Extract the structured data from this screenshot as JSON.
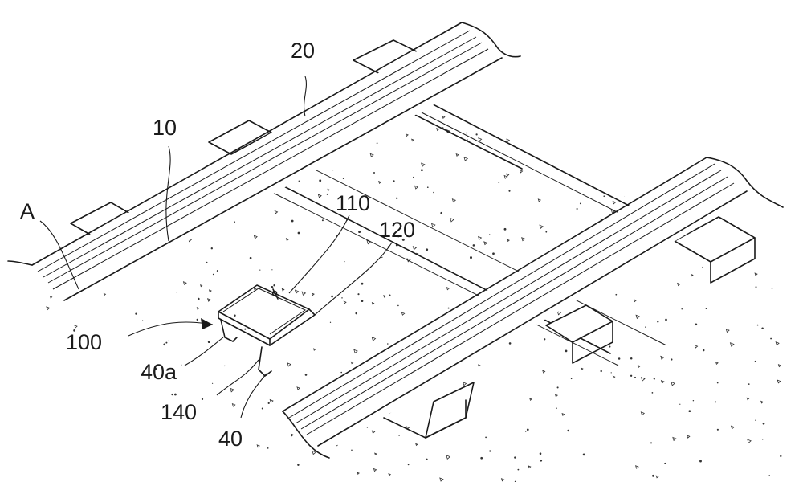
{
  "figure": {
    "labels": {
      "rail_top": "20",
      "sleeper": "10",
      "area": "A",
      "unit_top": "110",
      "unit_right": "120",
      "device": "100",
      "leg_left": "40a",
      "connector": "140",
      "leg_right": "40"
    }
  }
}
